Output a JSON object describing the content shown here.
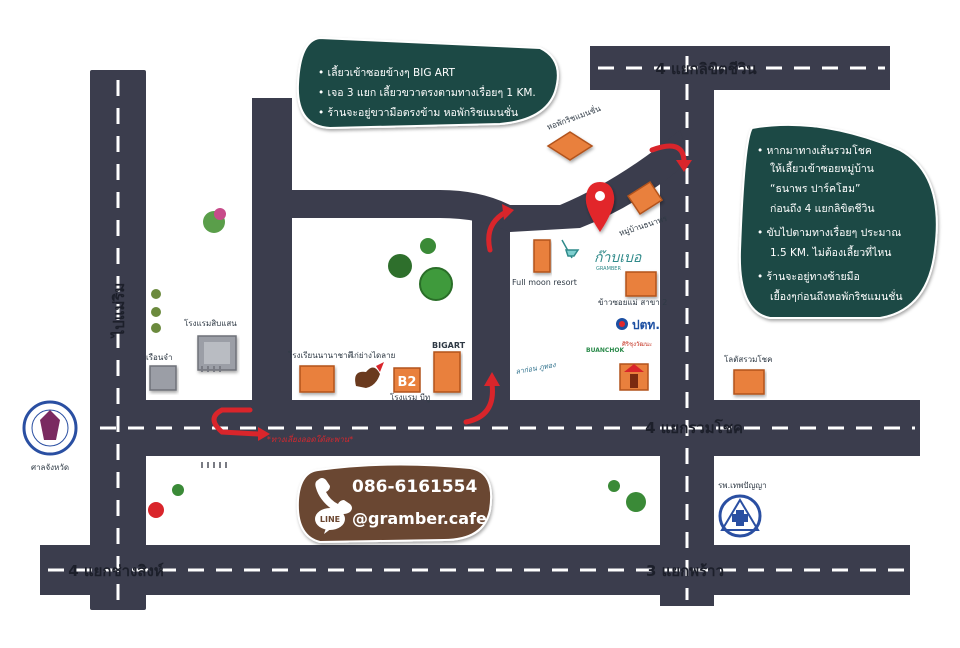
{
  "roads": {
    "top_right": "4 แยกลิขิตชีวิน",
    "middle": "4 แยกรวมโชค",
    "bottom_left": "4 แยกช่างสิงห์",
    "bottom_right": "3 แยกพร้าว",
    "left_vertical": "ไปแม่ริม"
  },
  "panel_left": {
    "lines": [
      "• เลี้ยวเข้าซอยข้างๆ BIG ART",
      "• เจอ 3 แยก เลี้ยวขวาตรงตามทางเรื่อยๆ 1 KM.",
      "• ร้านจะอยู่ขวามือตรงข้าม หอพักริชแมนชั่น"
    ]
  },
  "panel_right": {
    "lines": [
      "• หากมาทางเส้นรวมโชค",
      "ให้เลี้ยวเข้าซอยหมู่บ้าน",
      "“ธนาพร ปาร์คโฮม”",
      "ก่อนถึง 4 แยกลิขิตชีวิน",
      "• ขับไปตามทางเรื่อยๆ ประมาณ",
      "1.5 KM. ไม่ต้องเลี้ยวที่ไหน",
      "• ร้านจะอยู่ทางซ้ายมือ",
      "เยื้องๆก่อนถึงหอพักริชแมนชั่น"
    ]
  },
  "places": {
    "hotel_sibsaen": "โรงแรมสิบแสน",
    "prison": "เรือนจำ",
    "provincial_court": "ศาลจังหวัด",
    "international_school": "โรงเรียนนานาชาติ",
    "chicken_restaurant": "ไก่ย่างไดลาย",
    "bigart": "BIGART",
    "hotel_b2": "โรงแรม บีทู",
    "b2_logo": "B2",
    "dorm_richmansion": "หอพักริชแมนชั่น",
    "village_thanaporn": "หมู่บ้านธนาพร",
    "full_moon": "Full moon resort",
    "khaosoi": "ข้าวซอยแม่ สาขา 2",
    "ptt": "ปตท.",
    "shop_brand": "BUANCHOK",
    "shop_brand_thai": "ศิริชุงวัฒนะ",
    "kot_ruamchok": "โลตัสรวมโชค",
    "hospital": "รพ.เทพปัญญา",
    "cafe_logo": "ก๊าบเบอ",
    "cafe_logo_sub": "GRAMBER",
    "sign_small": "ลาก่อน ภูทอง"
  },
  "uturn_note": "*ทางเลี่ยงลอดใต้สะพาน*",
  "contact": {
    "phone": "086-6161554",
    "line_badge": "LINE",
    "line_id": "@gramber.cafe"
  },
  "colors": {
    "road": "#3b3d4d",
    "road_border": "#ffffff",
    "panel": "#1f4a44",
    "contact": "#6b4630",
    "pin": "#e2262b",
    "arrow": "#d9252b",
    "building": "#e9803d",
    "grey_building": "#9b9ea6"
  }
}
